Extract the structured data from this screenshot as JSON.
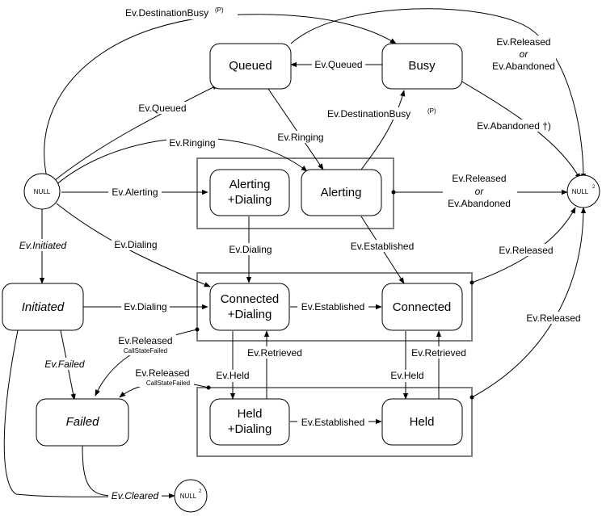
{
  "states": {
    "queued": "Queued",
    "busy": "Busy",
    "alerting_dialing": [
      "Alerting",
      "+Dialing"
    ],
    "alerting": "Alerting",
    "connected_dialing": [
      "Connected",
      "+Dialing"
    ],
    "connected": "Connected",
    "initiated": "Initiated",
    "failed": "Failed",
    "held_dialing": [
      "Held",
      "+Dialing"
    ],
    "held": "Held",
    "null_left": "NULL",
    "null_right": "NULL",
    "null_bottom": "NULL",
    "null_sup": "2"
  },
  "events": {
    "dest_busy_top": "Ev.DestinationBusy",
    "dest_busy_top_sup": "(P)",
    "released_or_abandoned_top": [
      "Ev.Released",
      "or",
      "Ev.Abandoned"
    ],
    "queued_left": "Ev.Queued",
    "queued_mid": "Ev.Queued",
    "ringing_mid": "Ev.Ringing",
    "ringing_left": "Ev.Ringing",
    "dest_busy_mid": "Ev.DestinationBusy",
    "dest_busy_mid_sup": "(P)",
    "abandoned": "Ev.Abandoned †)",
    "alerting": "Ev.Alerting",
    "released_or_abandoned_right": [
      "Ev.Released",
      "or",
      "Ev.Abandoned"
    ],
    "initiated": "Ev.Initiated",
    "dialing_diag": "Ev.Dialing",
    "dialing_down": "Ev.Dialing",
    "established_diag": "Ev.Established",
    "released_right": "Ev.Released",
    "dialing_initiated": "Ev.Dialing",
    "established_conn": "Ev.Established",
    "released_far": "Ev.Released",
    "released_failed_1": "Ev.Released",
    "callstate_failed_1": "CallStateFailed",
    "failed": "Ev.Failed",
    "retrieved_left": "Ev.Retrieved",
    "retrieved_right": "Ev.Retrieved",
    "released_failed_2": "Ev.Released",
    "callstate_failed_2": "CallStateFailed",
    "held_left": "Ev.Held",
    "held_right": "Ev.Held",
    "established_held": "Ev.Established",
    "cleared": "Ev.Cleared"
  }
}
